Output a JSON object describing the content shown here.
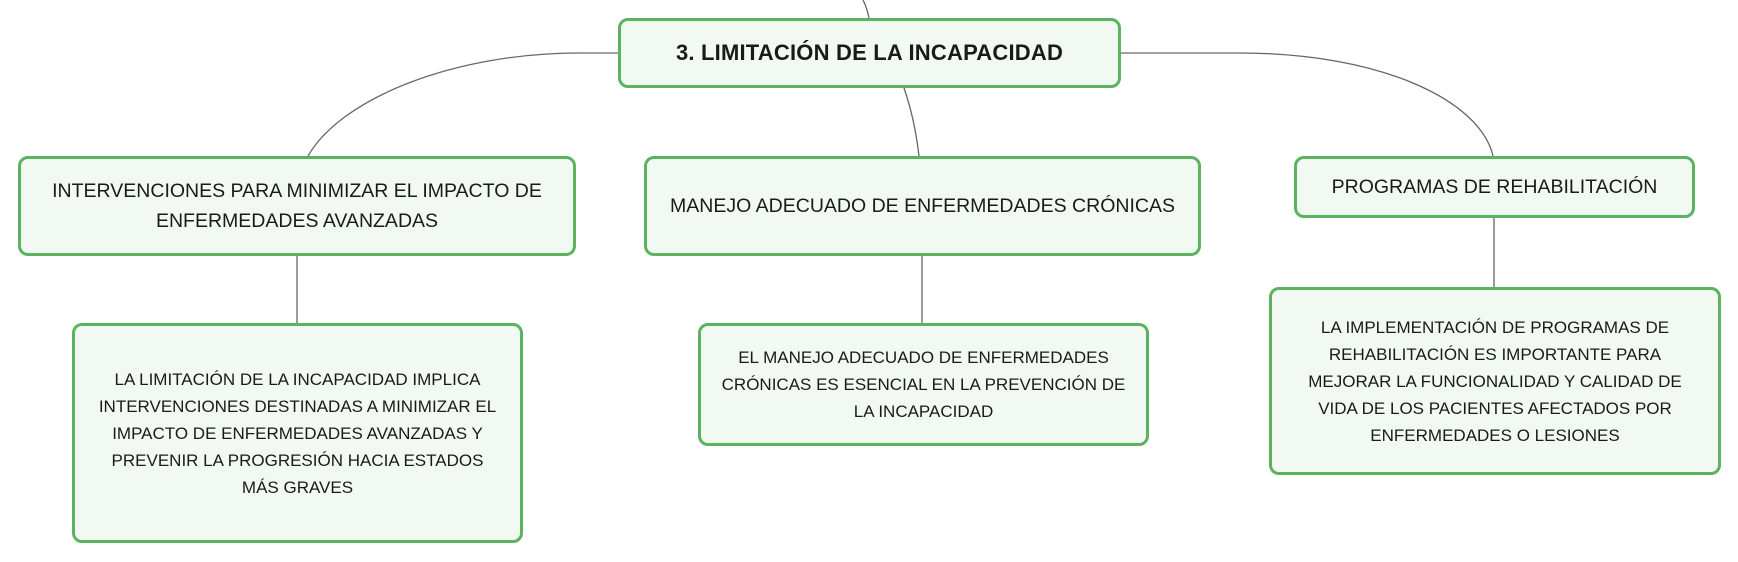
{
  "root": {
    "title": "3. LIMITACIÓN DE LA INCAPACIDAD"
  },
  "branches": [
    {
      "label": "INTERVENCIONES PARA MINIMIZAR EL IMPACTO DE ENFERMEDADES AVANZADAS",
      "detail": "LA LIMITACIÓN DE LA INCAPACIDAD IMPLICA INTERVENCIONES DESTINADAS A MINIMIZAR EL IMPACTO DE ENFERMEDADES AVANZADAS Y PREVENIR LA PROGRESIÓN HACIA ESTADOS MÁS GRAVES"
    },
    {
      "label": "MANEJO ADECUADO DE ENFERMEDADES CRÓNICAS",
      "detail": "EL MANEJO ADECUADO DE ENFERMEDADES CRÓNICAS ES ESENCIAL EN LA PREVENCIÓN DE LA INCAPACIDAD"
    },
    {
      "label": "PROGRAMAS DE REHABILITACIÓN",
      "detail": "LA IMPLEMENTACIÓN DE PROGRAMAS DE REHABILITACIÓN ES IMPORTANTE PARA MEJORAR LA FUNCIONALIDAD Y CALIDAD DE VIDA DE LOS PACIENTES AFECTADOS POR ENFERMEDADES O LESIONES"
    }
  ],
  "colors": {
    "node_border": "#5bb35f",
    "node_fill": "#f1f9f2",
    "connector": "#666666",
    "text": "#1a1a1a"
  }
}
